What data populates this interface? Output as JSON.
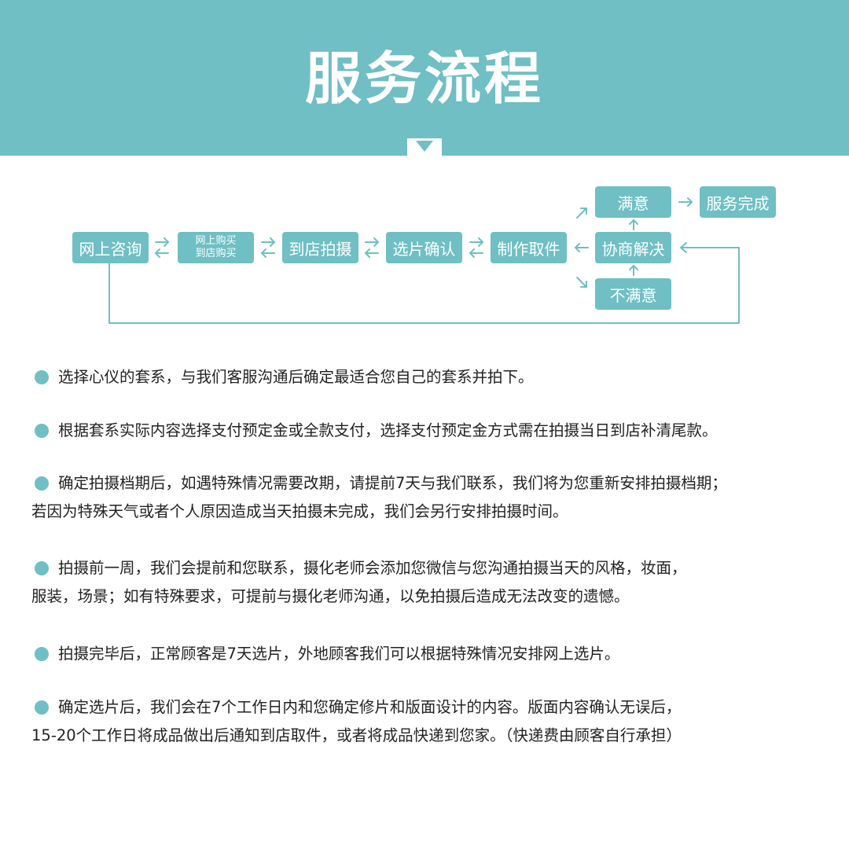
{
  "header": {
    "title": "服务流程"
  },
  "flow": {
    "steps": [
      "网上咨询",
      "网上购买",
      "到店购买",
      "到店拍摄",
      "选片确认",
      "制作取件",
      "协商解决",
      "满意",
      "不满意",
      "服务完成"
    ]
  },
  "bullets": [
    {
      "lines": [
        "选择心仪的套系，与我们客服沟通后确定最适合您自己的套系并拍下。"
      ]
    },
    {
      "lines": [
        "根据套系实际内容选择支付预定金或全款支付，选择支付预定金方式需在拍摄当日到店补清尾款。"
      ]
    },
    {
      "lines": [
        "确定拍摄档期后，如遇特殊情况需要改期，请提前7天与我们联系，我们将为您重新安排拍摄档期；",
        "若因为特殊天气或者个人原因造成当天拍摄未完成，我们会另行安排拍摄时间。"
      ]
    },
    {
      "lines": [
        "拍摄前一周，我们会提前和您联系，摄化老师会添加您微信与您沟通拍摄当天的风格，妆面，",
        "服装，场景；如有特殊要求，可提前与摄化老师沟通，以免拍摄后造成无法改变的遗憾。"
      ]
    },
    {
      "lines": [
        "拍摄完毕后，正常顾客是7天选片，外地顾客我们可以根据特殊情况安排网上选片。"
      ]
    },
    {
      "lines": [
        "确定选片后，我们会在7个工作日内和您确定修片和版面设计的内容。版面内容确认无误后，",
        "15-20个工作日将成品做出后通知到店取件，或者将成品快递到您家。（快递费由顾客自行承担）"
      ]
    }
  ],
  "colors": {
    "accent": "#6fbfc4",
    "text": "#222222",
    "background": "#ffffff"
  }
}
